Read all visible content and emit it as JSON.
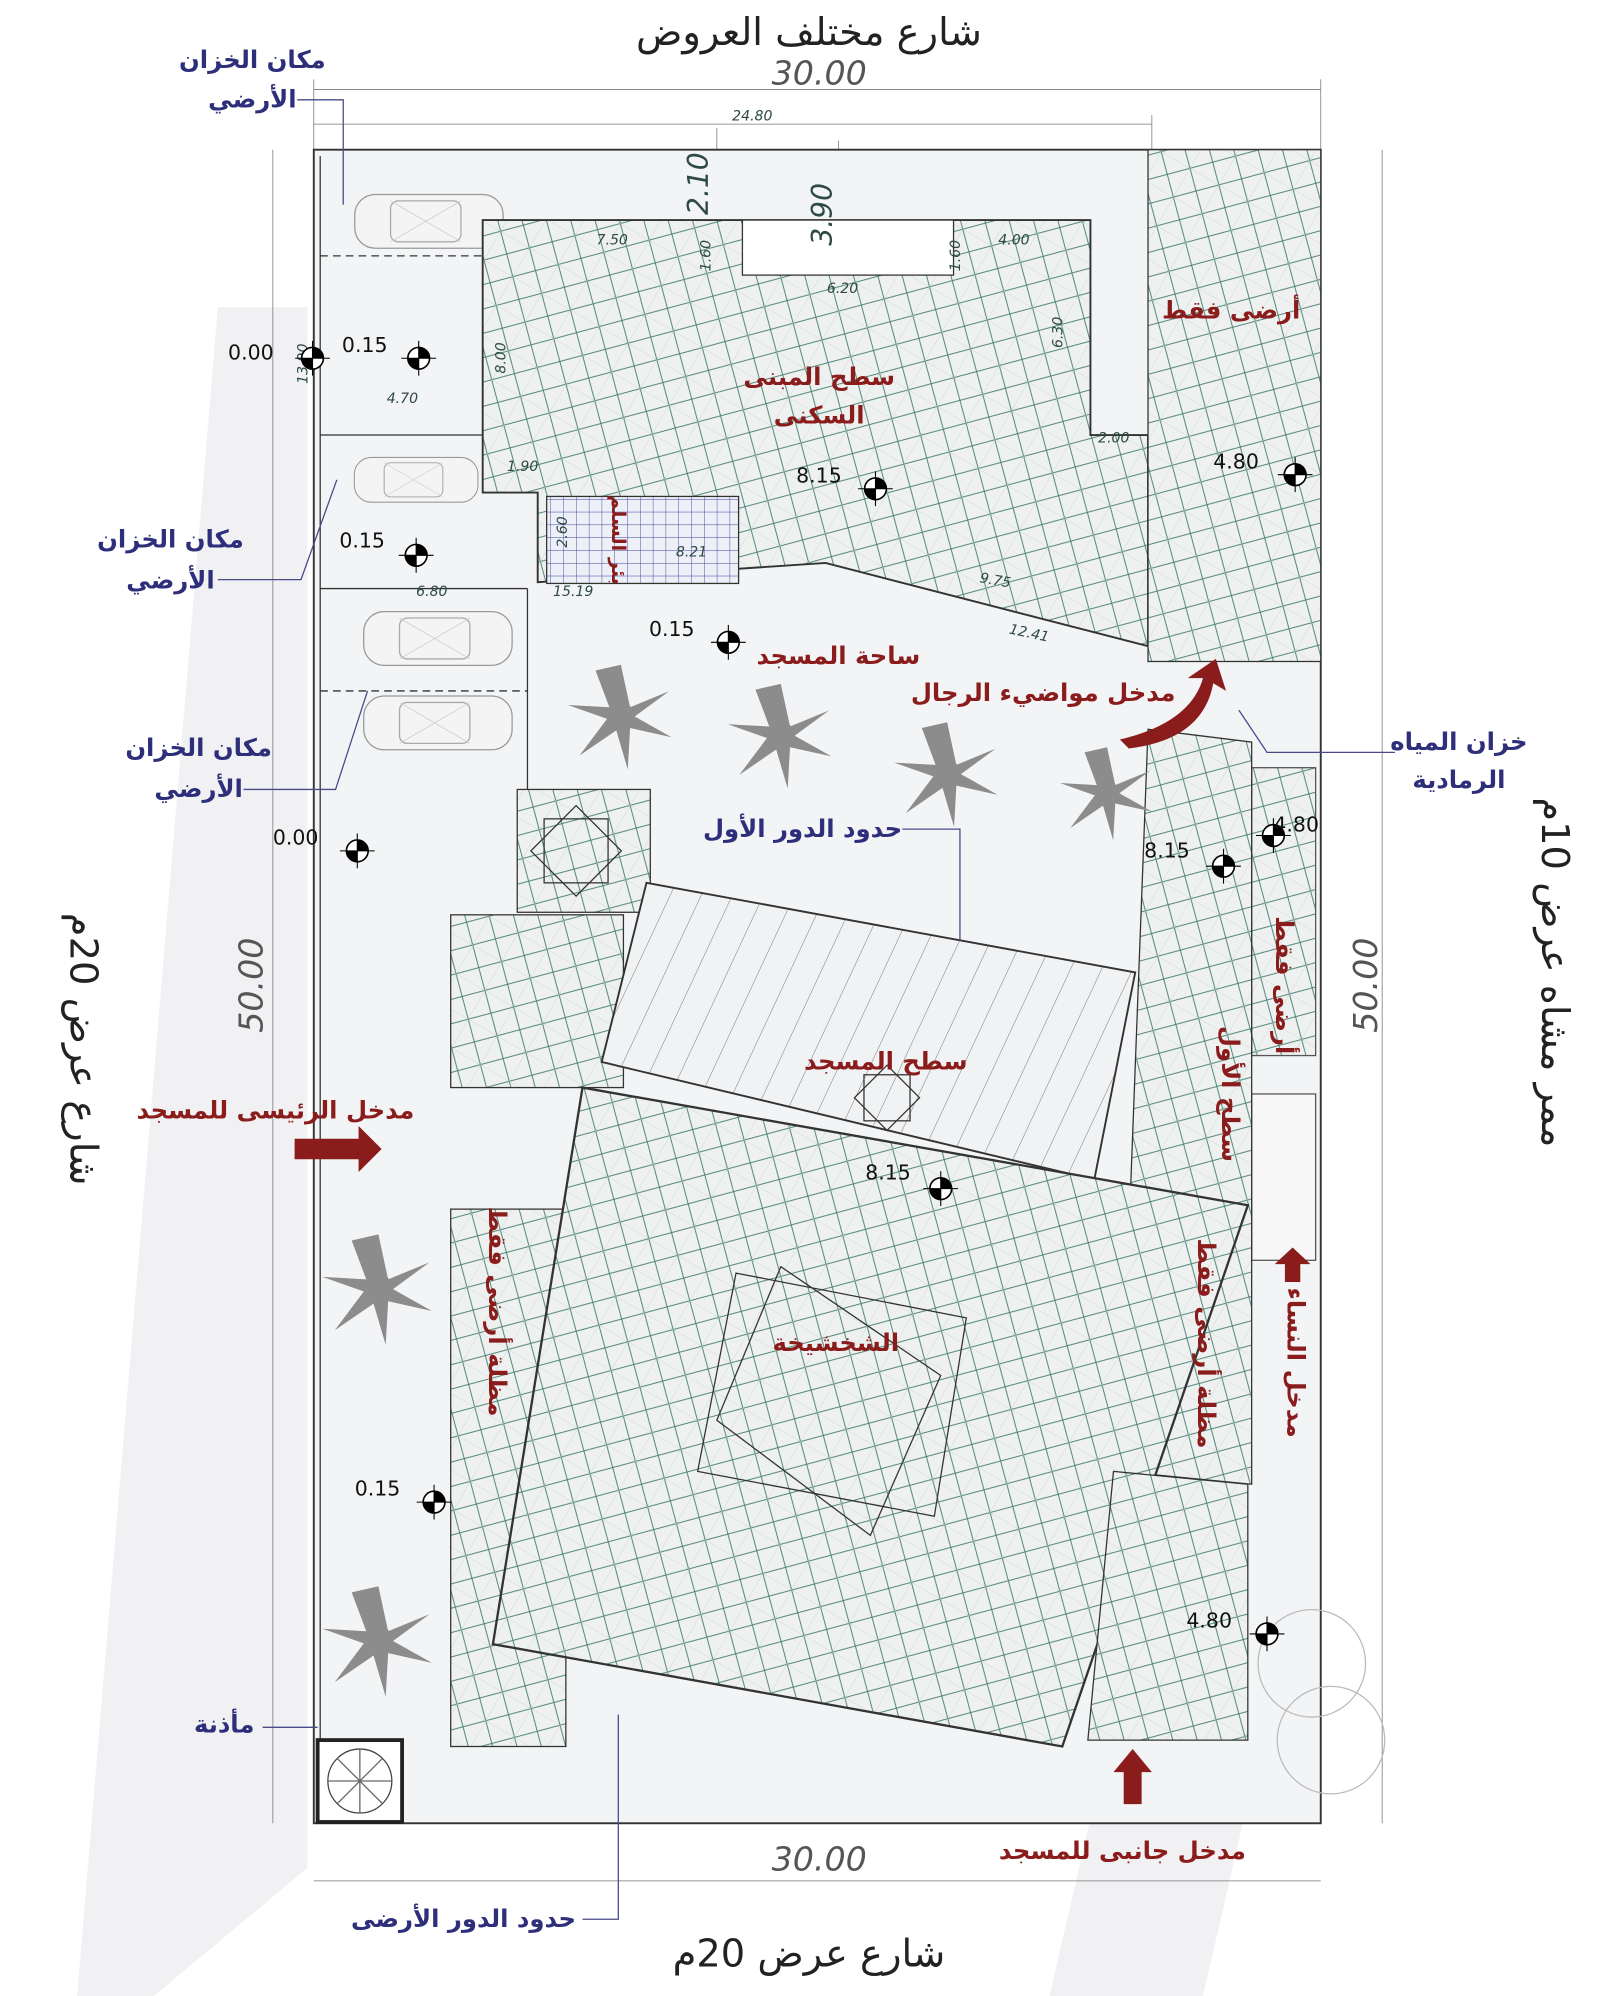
{
  "streets": {
    "top": "شارع مختلف العروض",
    "bottom": "شارع عرض 20م",
    "left": "شارع عرض 20م",
    "right": "ممر مشاه عرض 10م"
  },
  "overall_dims": {
    "top": "30.00",
    "bottom": "30.00",
    "left": "50.00",
    "right": "50.00"
  },
  "small_dims": [
    "24.80",
    "2.10",
    "3.90",
    "7.50",
    "1.60",
    "1.60",
    "4.00",
    "6.20",
    "6.30",
    "8.00",
    "13.90",
    "4.70",
    "2.00",
    "1.90",
    "2.60",
    "8.21",
    "9.75",
    "12.41",
    "6.80",
    "15.19"
  ],
  "levels": [
    "0.00",
    "0.15",
    "0.15",
    "8.15",
    "4.80",
    "0.15",
    "0.00",
    "8.15",
    "4.80",
    "8.15",
    "0.15",
    "4.80"
  ],
  "blue_labels": {
    "tank1": [
      "مكان الخزان",
      "الأرضي"
    ],
    "tank2": [
      "مكان الخزان",
      "الأرضي"
    ],
    "tank3": [
      "مكان الخزان",
      "الأرضي"
    ],
    "first_floor_limit": "حدود الدور الأول",
    "grey_water_tank": [
      "خزان المياه",
      "الرمادية"
    ],
    "minaret": "مأذنة",
    "ground_floor_limit": "حدود الدور الأرضى"
  },
  "red_labels": {
    "residential_roof": [
      "سطح المبنى",
      "السكنى"
    ],
    "ground_only_top": "أرضى فقط",
    "stairwell": "بئر السلم",
    "mosque_yard": "ساحة المسجد",
    "men_ablution_entrance": "مدخل مواضيء الرجال",
    "mosque_roof": "سطح المسجد",
    "main_entrance": "مدخل الرئيسى للمسجد",
    "lantern": "الشخشيخة",
    "first_roof": "سطح الأول",
    "ground_only_right": "أرضى فقط",
    "canopy_left": "مظلة أرضى فقط",
    "canopy_right": "مظلة أرضى فقط",
    "women_entrance": "مدخل النساء",
    "side_entrance": "مدخل جانبى للمسجد"
  },
  "colors": {
    "hatch": "#3e7a6a",
    "label_red": "#8b1c1c",
    "label_blue": "#2e2f7a",
    "tree": "#8c8c8c"
  }
}
